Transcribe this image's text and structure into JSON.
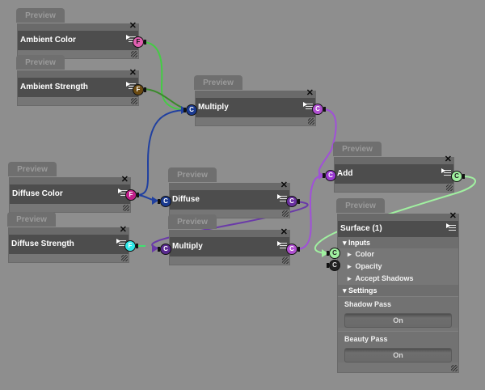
{
  "nodes": {
    "ambient_color": {
      "tab": "Preview",
      "title": "Ambient Color",
      "port_out": "F",
      "port_color": "#e060b0"
    },
    "ambient_strength": {
      "tab": "Preview",
      "title": "Ambient Strength",
      "port_out": "F",
      "port_color": "#6b4a10"
    },
    "diffuse_color": {
      "tab": "Preview",
      "title": "Diffuse Color",
      "port_out": "F",
      "port_color": "#c0208a"
    },
    "diffuse_strength": {
      "tab": "Preview",
      "title": "Diffuse Strength",
      "port_out": "F",
      "port_color": "#30e8e8"
    },
    "multiply_top": {
      "tab": "Preview",
      "title": "Multiply",
      "port_in": "C",
      "port_out": "C",
      "in_color": "#1a3a90",
      "out_color": "#b050d0"
    },
    "diffuse": {
      "tab": "Preview",
      "title": "Diffuse",
      "port_in": "C",
      "port_out": "C",
      "in_color": "#1a3a90",
      "out_color": "#6a30a0"
    },
    "multiply_bottom": {
      "tab": "Preview",
      "title": "Multiply",
      "port_in": "C",
      "port_out": "C",
      "in_color": "#5a2a90",
      "out_color": "#b050d0"
    },
    "add": {
      "tab": "Preview",
      "title": "Add",
      "port_in": "C",
      "port_out": "C",
      "in_color": "#9a3ad0",
      "out_color": "#a0f0a0"
    },
    "surface": {
      "tab": "Preview",
      "title": "Surface (1)",
      "inputs_label": "Inputs",
      "inputs": [
        {
          "label": "Color",
          "port": "C",
          "port_color": "#a0f0a0",
          "connected": true
        },
        {
          "label": "Opacity",
          "port": "C",
          "port_color": "#222222",
          "connected": false
        },
        {
          "label": "Accept Shadows"
        }
      ],
      "settings_label": "Settings",
      "settings": [
        {
          "label": "Shadow Pass",
          "value": "On"
        },
        {
          "label": "Beauty Pass",
          "value": "On"
        }
      ]
    }
  },
  "wire_colors": {
    "green_bright": "#44cc44",
    "green_dark": "#3a8a2a",
    "blue": "#2040a0",
    "purple": "#a050d8",
    "purple_dark": "#6a3aa8",
    "mint": "#a0f0a0",
    "teal": "#40e070"
  }
}
